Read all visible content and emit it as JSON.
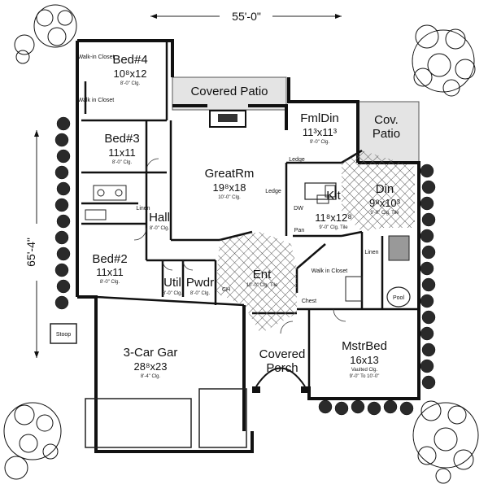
{
  "overall": {
    "width": "55'-0\"",
    "depth": "65'-4\""
  },
  "rooms": {
    "bed4": {
      "name": "Bed#4",
      "size": "10⁸x12",
      "clg": "8'-0\" Clg."
    },
    "bed3": {
      "name": "Bed#3",
      "size": "11x11",
      "clg": "8'-0\" Clg."
    },
    "bed2": {
      "name": "Bed#2",
      "size": "11x11",
      "clg": "8'-0\" Clg."
    },
    "great": {
      "name": "GreatRm",
      "size": "19⁸x18",
      "clg": "10'-0\" Clg."
    },
    "fmldin": {
      "name": "FmlDin",
      "size": "11³x11³",
      "clg": "9'-0\" Clg."
    },
    "covpatio": {
      "line1": "Cov.",
      "line2": "Patio"
    },
    "coveredpatio": {
      "name": "Covered Patio"
    },
    "din": {
      "name": "Din",
      "size": "9⁸x10³",
      "clg": "9'-0\" Clg. Tile"
    },
    "kit": {
      "name": "Kit",
      "size": "11⁸x12⁸",
      "clg": "9'-0\" Clg. Tile"
    },
    "hall": {
      "name": "Hall",
      "clg": "8'-0\" Clg."
    },
    "util": {
      "name": "Util",
      "clg": "8'-0\" Clg."
    },
    "pwdr": {
      "name": "Pwdr",
      "clg": "8'-0\" Clg."
    },
    "ent": {
      "name": "Ent",
      "clg": "10'-0\" Clg. Tile"
    },
    "mstrbed": {
      "name": "MstrBed",
      "size": "16x13",
      "clg1": "Vaulted Clg.",
      "clg2": "9'-0\" To 10'-0\""
    },
    "garage": {
      "name": "3-Car Gar",
      "size": "28⁸x23",
      "clg": "8'-4\" Clg."
    },
    "porch": {
      "line1": "Covered",
      "line2": "Porch"
    }
  },
  "small_labels": {
    "walkin_closet_bed4": "Walk-in Closet",
    "walkin_bed3": "Walk in Closet",
    "linen_hall": "Linen",
    "linen_master": "Linen",
    "walkin_master": "Walk in Closet",
    "chest": "Chest",
    "stoop": "Stoop",
    "ledge1": "Ledge",
    "ledge2": "Ledge",
    "pantry": "Pan",
    "dw": "DW",
    "ch": "CH",
    "pool": "Pool"
  }
}
